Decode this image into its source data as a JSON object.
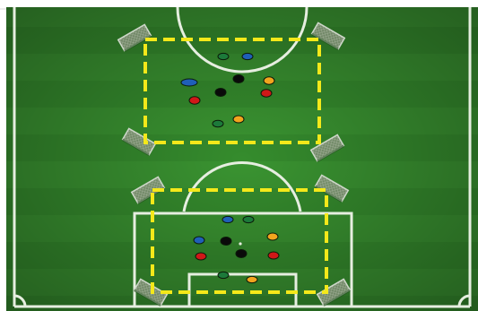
{
  "colors": {
    "grass_light": "#3f9a35",
    "grass_dark": "#2a7a24",
    "line": "#e8f0e4",
    "zone_border": "#f4e81a",
    "marker_blue": "#1f5fb8",
    "marker_black": "#0a0a0a",
    "marker_red": "#d01818",
    "marker_orange": "#f2a51e",
    "marker_green": "#1c7a3a",
    "goal_frame": "#cdd6c8",
    "goal_net": "#7d8c72"
  },
  "icons": {
    "mini_goal": "mini-goal-icon",
    "player_marker": "player-marker-icon"
  },
  "zones": [
    {
      "name": "upper-zone",
      "players": [
        {
          "color": "green"
        },
        {
          "color": "blue"
        },
        {
          "color": "blue"
        },
        {
          "color": "black"
        },
        {
          "color": "orange"
        },
        {
          "color": "black"
        },
        {
          "color": "red"
        },
        {
          "color": "red"
        },
        {
          "color": "green"
        },
        {
          "color": "orange"
        }
      ]
    },
    {
      "name": "lower-zone",
      "players": [
        {
          "color": "blue"
        },
        {
          "color": "green"
        },
        {
          "color": "blue"
        },
        {
          "color": "black"
        },
        {
          "color": "orange"
        },
        {
          "color": "red"
        },
        {
          "color": "black"
        },
        {
          "color": "red"
        },
        {
          "color": "green"
        },
        {
          "color": "orange"
        }
      ]
    }
  ]
}
